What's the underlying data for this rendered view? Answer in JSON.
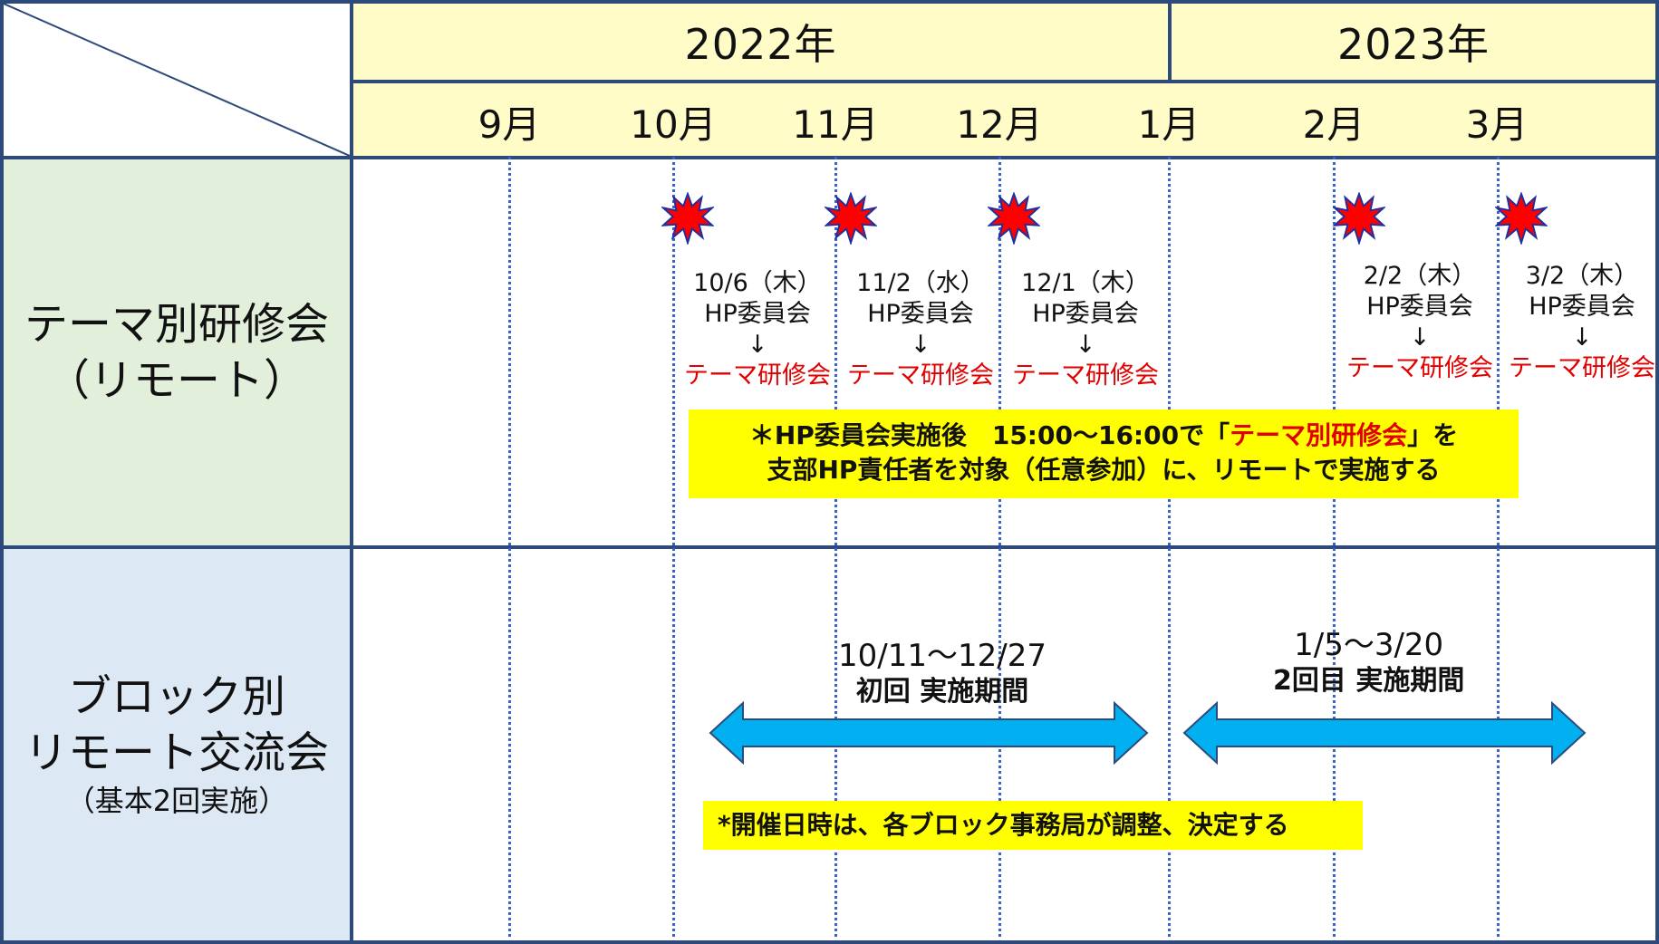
{
  "header": {
    "years": [
      {
        "label": "2022年"
      },
      {
        "label": "2023年"
      }
    ],
    "months": [
      "9月",
      "10月",
      "11月",
      "12月",
      "1月",
      "2月",
      "3月"
    ]
  },
  "rows": {
    "theme": {
      "label_line1": "テーマ別研修会",
      "label_line2": "（リモート）"
    },
    "block": {
      "label_line1": "ブロック別",
      "label_line2": "リモート交流会",
      "label_line3": "（基本2回実施）"
    }
  },
  "events": [
    {
      "date": "10/6（木）",
      "committee": "HP委員会",
      "arrow": "↓",
      "session": "テーマ研修会"
    },
    {
      "date": "11/2（水）",
      "committee": "HP委員会",
      "arrow": "↓",
      "session": "テーマ研修会"
    },
    {
      "date": "12/1（木）",
      "committee": "HP委員会",
      "arrow": "↓",
      "session": "テーマ研修会"
    },
    {
      "date": "2/2（木）",
      "committee": "HP委員会",
      "arrow": "↓",
      "session": "テーマ研修会"
    },
    {
      "date": "3/2（木）",
      "committee": "HP委員会",
      "arrow": "↓",
      "session": "テーマ研修会"
    }
  ],
  "theme_note": {
    "part1": "＊HP委員会実施後　15:00～16:00で「",
    "highlight": "テーマ別研修会",
    "part2": "」を",
    "line2": "支部HP責任者を対象（任意参加）に、リモートで実施する"
  },
  "periods": [
    {
      "range": "10/11～12/27",
      "label": "初回 実施期間"
    },
    {
      "range": "1/5～3/20",
      "label": "2回目 実施期間"
    }
  ],
  "block_note": "*開催日時は、各ブロック事務局が調整、決定する",
  "colors": {
    "header_fill": "#fffcc8",
    "theme_row_fill": "#e2efda",
    "block_row_fill": "#dde8f5",
    "grid_line": "#2e4a7a",
    "month_line": "#3a62c8",
    "arrow_fill": "#00b0f0",
    "star_fill": "#ff0000",
    "note_fill": "#ffff00",
    "accent_red": "#e10000"
  }
}
